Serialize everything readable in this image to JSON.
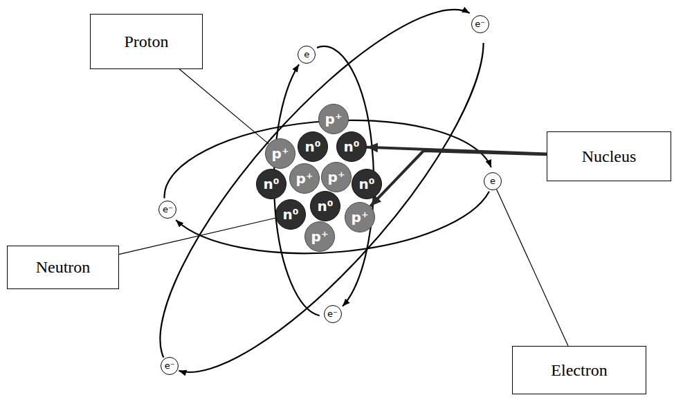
{
  "diagram": {
    "nodes": [
      {
        "text": [
          "Proton"
        ]
      },
      {
        "text": [
          "Nucleus"
        ]
      },
      {
        "text": [
          "Neutron"
        ]
      },
      {
        "text": [
          "Electron"
        ]
      },
      {
        "text": [
          "e⁻"
        ]
      },
      {
        "text": [
          "e"
        ]
      },
      {
        "text": [
          "e⁻"
        ]
      },
      {
        "text": [
          "e"
        ]
      },
      {
        "text": [
          "e⁻"
        ]
      },
      {
        "text": [
          "e⁻"
        ]
      },
      {
        "text": [
          "p⁺"
        ]
      },
      {
        "text": [
          "p⁺"
        ]
      },
      {
        "text": [
          "n⁰"
        ]
      },
      {
        "text": [
          "n⁰"
        ]
      },
      {
        "text": [
          "n⁰"
        ]
      },
      {
        "text": [
          "p⁺"
        ]
      },
      {
        "text": [
          "p⁺"
        ]
      },
      {
        "text": [
          "n⁰"
        ]
      },
      {
        "text": [
          "n⁰"
        ]
      },
      {
        "text": [
          "n⁰"
        ]
      },
      {
        "text": [
          "p⁺"
        ]
      },
      {
        "text": [
          "p⁺"
        ]
      }
    ],
    "edges": [
      {
        "from": 0,
        "to": 11,
        "arrow": "none"
      },
      {
        "from": 1,
        "to": 13,
        "arrow": "to"
      },
      {
        "from": 1,
        "to": 20,
        "arrow": "to"
      },
      {
        "from": 2,
        "to": 18,
        "arrow": "none"
      },
      {
        "from": 3,
        "to": 7,
        "arrow": "none"
      }
    ]
  }
}
